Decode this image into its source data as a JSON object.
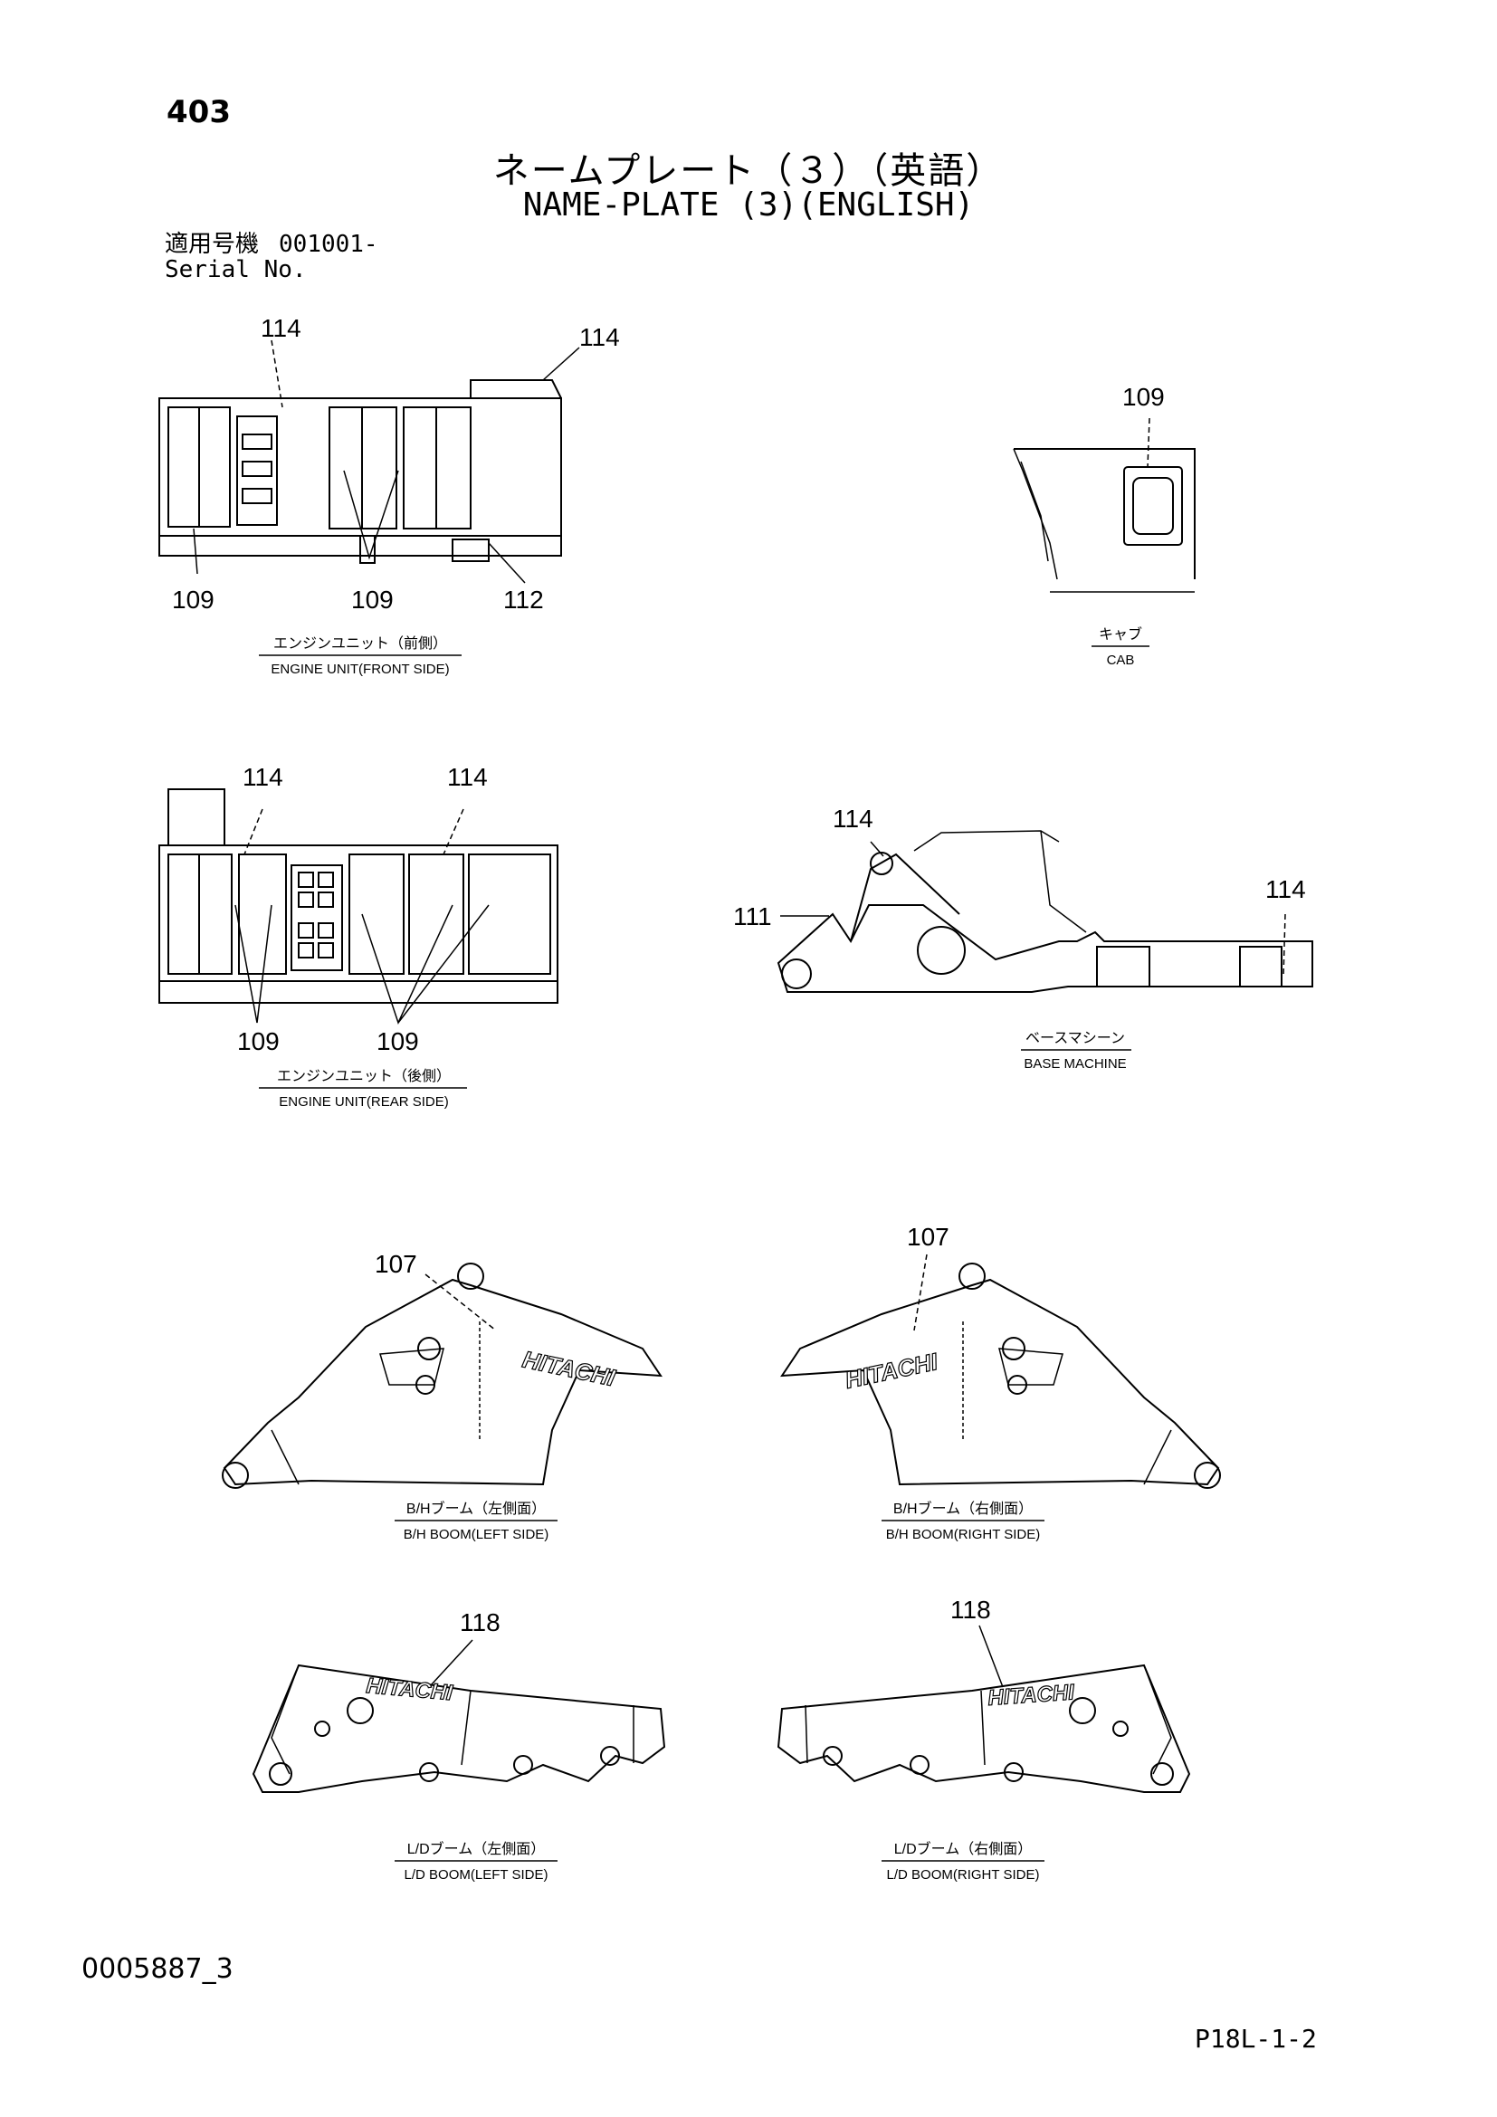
{
  "header": {
    "page_number": "403",
    "title_jp": "ネームプレート（３）（英語）",
    "title_en": "NAME-PLATE (3)(ENGLISH)",
    "serial_label_jp": "適用号機",
    "serial_label_en": "Serial No.",
    "serial_value": "001001-"
  },
  "views": {
    "engine_front": {
      "caption_jp": "エンジンユニット（前側）",
      "caption_en": "ENGINE UNIT(FRONT SIDE)",
      "callouts": [
        "114",
        "114",
        "109",
        "109",
        "112"
      ]
    },
    "cab": {
      "caption_jp": "キャブ",
      "caption_en": "CAB",
      "callouts": [
        "109"
      ]
    },
    "engine_rear": {
      "caption_jp": "エンジンユニット（後側）",
      "caption_en": "ENGINE UNIT(REAR SIDE)",
      "callouts": [
        "114",
        "114",
        "109",
        "109"
      ]
    },
    "base_machine": {
      "caption_jp": "ベースマシーン",
      "caption_en": "BASE MACHINE",
      "callouts": [
        "114",
        "111",
        "114"
      ]
    },
    "bh_boom_left": {
      "caption_jp": "B/Hブーム（左側面）",
      "caption_en": "B/H BOOM(LEFT SIDE)",
      "callouts": [
        "107"
      ],
      "logo": "HITACHI"
    },
    "bh_boom_right": {
      "caption_jp": "B/Hブーム（右側面）",
      "caption_en": "B/H BOOM(RIGHT SIDE)",
      "callouts": [
        "107"
      ],
      "logo": "HITACHI"
    },
    "ld_boom_left": {
      "caption_jp": "L/Dブーム（左側面）",
      "caption_en": "L/D BOOM(LEFT SIDE)",
      "callouts": [
        "118"
      ],
      "logo": "HITACHI"
    },
    "ld_boom_right": {
      "caption_jp": "L/Dブーム（右側面）",
      "caption_en": "L/D BOOM(RIGHT SIDE)",
      "callouts": [
        "118"
      ],
      "logo": "HITACHI"
    }
  },
  "footer": {
    "document_id": "0005887_3",
    "sheet_id": "P18L-1-2"
  }
}
